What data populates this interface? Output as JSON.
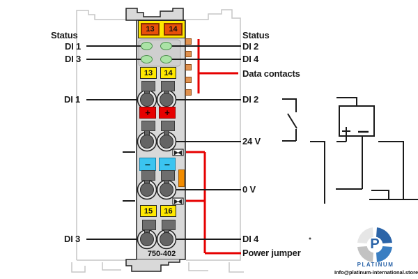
{
  "module": {
    "part_number": "750-402",
    "top_contact_tags": [
      "13",
      "14"
    ],
    "terminal_tags_mid": [
      "13",
      "14"
    ],
    "terminal_tags_bottom": [
      "15",
      "16"
    ],
    "plus_symbol": "+",
    "minus_symbol": "−"
  },
  "labels": {
    "left": {
      "status": "Status",
      "di1_led": "DI 1",
      "di3_led": "DI 3",
      "di1_terminal": "DI 1",
      "di3_terminal": "DI 3"
    },
    "right": {
      "status": "Status",
      "di2_led": "DI 2",
      "di4_led": "DI 4",
      "data_contacts": "Data contacts",
      "di2_terminal": "DI 2",
      "supply_24v": "24 V",
      "supply_0v": "0 V",
      "di4_terminal": "DI 4",
      "power_jumper": "Power jumper"
    }
  },
  "colors": {
    "module_body": "#d9d9d9",
    "signal_black": "#1a1a1a",
    "jumper_red": "#e60000",
    "tag_yellow": "#ffe800",
    "tag_orange": "#e8500a",
    "led_green": "#abe3a6",
    "minus_blue": "#3bc4f0",
    "plus_red": "#e60000",
    "data_contact_tan": "#e0914e",
    "latch_orange": "#f28c00",
    "ghost_gray": "#c6c6c6",
    "brand_blue": "#2b64a8"
  },
  "watermark": {
    "brand": "PLATINUM",
    "logo_letter": "P",
    "email": "Info@platinum-international.store"
  }
}
